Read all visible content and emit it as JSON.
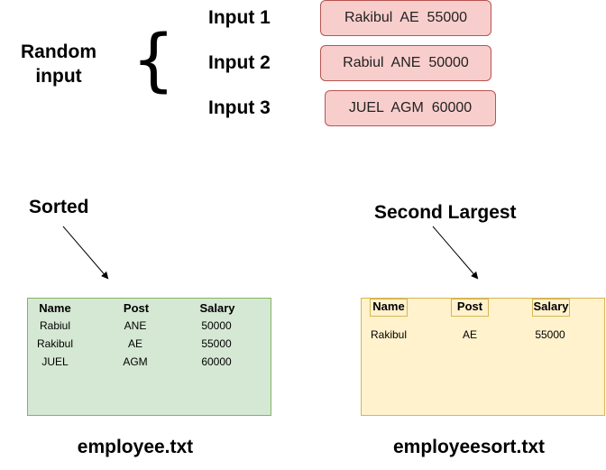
{
  "random_label": "Random input",
  "inputs": [
    {
      "label": "Input 1",
      "value": "Rakibul  AE  55000"
    },
    {
      "label": "Input 2",
      "value": "Rabiul  ANE  50000"
    },
    {
      "label": "Input 3",
      "value": "JUEL  AGM  60000"
    }
  ],
  "sorted": {
    "title": "Sorted",
    "headers": [
      "Name",
      "Post",
      "Salary"
    ],
    "rows": [
      [
        "Rabiul",
        "ANE",
        "50000"
      ],
      [
        "Rakibul",
        "AE",
        "55000"
      ],
      [
        "JUEL",
        "AGM",
        "60000"
      ]
    ],
    "filename": "employee.txt"
  },
  "second_largest": {
    "title": "Second Largest",
    "headers": [
      "Name",
      "Post",
      "Salary"
    ],
    "rows": [
      [
        "Rakibul",
        "AE",
        "55000"
      ]
    ],
    "filename": "employeesort.txt"
  },
  "colors": {
    "pill_fill": "#f8cecc",
    "pill_stroke": "#b85450",
    "green_fill": "#d5e8d4",
    "green_stroke": "#82b366",
    "yellow_fill": "#fff2cc",
    "yellow_stroke": "#d6b656"
  }
}
